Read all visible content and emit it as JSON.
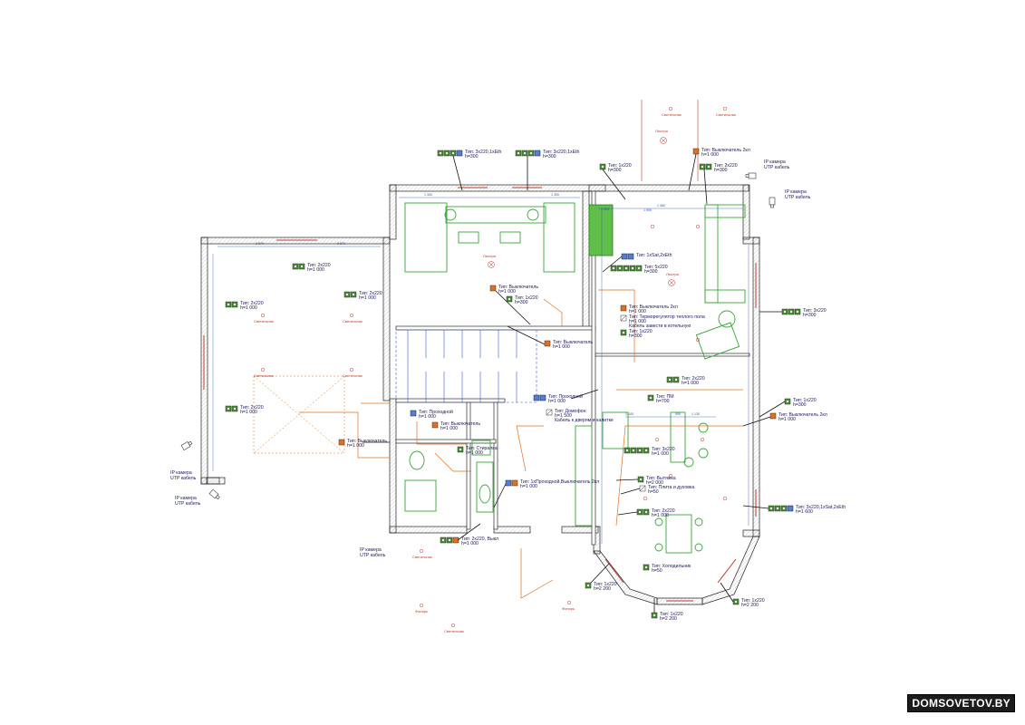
{
  "watermark": "DOMSOVETOV.BY",
  "callouts": [
    {
      "id": "c01",
      "l1": "Тип: 3x220,1xEth",
      "l2": "h=300"
    },
    {
      "id": "c02",
      "l1": "Тип: 3x220,1xEth",
      "l2": "h=300"
    },
    {
      "id": "c03",
      "l1": "Тип: Выключатель 2кл",
      "l2": "h=1 000"
    },
    {
      "id": "c04",
      "l1": "Тип: 1x220",
      "l2": "h=300"
    },
    {
      "id": "c05",
      "l1": "Тип: 2x220",
      "l2": "h=300"
    },
    {
      "id": "c06",
      "l1": "Тип: 2x220",
      "l2": "h=1 000"
    },
    {
      "id": "c07",
      "l1": "Тип: 2x220",
      "l2": "h=1 000"
    },
    {
      "id": "c08",
      "l1": "Тип: 2x220",
      "l2": "h=1 000"
    },
    {
      "id": "c09",
      "l1": "Тип: Выключатель",
      "l2": "h=1 000"
    },
    {
      "id": "c10",
      "l1": "Тип: 1x220",
      "l2": "h=300"
    },
    {
      "id": "c11",
      "l1": "Тип: Выключатель",
      "l2": "h=1 000"
    },
    {
      "id": "c12",
      "l1": "Тип: 1xSat,2xEth",
      "l2": ""
    },
    {
      "id": "c13",
      "l1": "Тип: 5x220",
      "l2": "h=300"
    },
    {
      "id": "c14",
      "l1": "Тип: Выключатель 2кл",
      "l2": "h=1 000"
    },
    {
      "id": "c15",
      "l1": "Тип: Терморегулятор теплого пола",
      "l2": "h=1 000"
    },
    {
      "id": "c16",
      "l1": "Тип: 1x220",
      "l2": "h=300"
    },
    {
      "id": "c17",
      "l1": "Тип: 3x220",
      "l2": "h=300"
    },
    {
      "id": "c18",
      "l1": "Тип: 2x220",
      "l2": "h=1 000"
    },
    {
      "id": "c19",
      "l1": "Тип: Проходной",
      "l2": "h=1 000"
    },
    {
      "id": "c20",
      "l1": "Тип: ПМ",
      "l2": "h=700"
    },
    {
      "id": "c21",
      "l1": "Тип: 1x220",
      "l2": "h=300"
    },
    {
      "id": "c22",
      "l1": "Тип: Домофон",
      "l2": "h=1 500"
    },
    {
      "id": "c23",
      "l1": "Тип: Выключатель 2кл",
      "l2": "h=1 000"
    },
    {
      "id": "c24",
      "l1": "Тип: Проходной",
      "l2": "h=1 000"
    },
    {
      "id": "c25",
      "l1": "Тип: Выключатель",
      "l2": "h=1 000"
    },
    {
      "id": "c26",
      "l1": "Тип: Выключатель",
      "l2": "h=1 000"
    },
    {
      "id": "c27",
      "l1": "Тип: 3x220",
      "l2": "h=1 000"
    },
    {
      "id": "c28",
      "l1": "Тип: Стиралка",
      "l2": "h=1 000"
    },
    {
      "id": "c29",
      "l1": "Тип: Вытяжка",
      "l2": "h=2 000"
    },
    {
      "id": "c30",
      "l1": "Тип: 1хПроходной,Выключатель 2кл",
      "l2": "h=1 000"
    },
    {
      "id": "c31",
      "l1": "Тип: Плита и духовка",
      "l2": "h=50"
    },
    {
      "id": "c32",
      "l1": "Тип: 2x220",
      "l2": "h=1 000"
    },
    {
      "id": "c33",
      "l1": "Тип: 3x220,1xSat,2xEth",
      "l2": "h=1 600"
    },
    {
      "id": "c34",
      "l1": "Тип: 2x220, Выкл",
      "l2": "h=1 000"
    },
    {
      "id": "c35",
      "l1": "Тип: Холодильник",
      "l2": "h=50"
    },
    {
      "id": "c36",
      "l1": "Тип: 1x220",
      "l2": "h=2 200"
    },
    {
      "id": "c37",
      "l1": "Тип: 1x220",
      "l2": "h=2 200"
    },
    {
      "id": "c38",
      "l1": "Тип: 1x220",
      "l2": "h=2 200"
    }
  ],
  "notes": {
    "cable_entry": "Кабель завести в котельную",
    "intercom_cable": "Кабель к дверям и калитке"
  },
  "cameras": [
    {
      "id": "cam1",
      "l1": "IP камера",
      "l2": "UTP кабель"
    },
    {
      "id": "cam2",
      "l1": "IP камера",
      "l2": "UTP кабель"
    },
    {
      "id": "cam3",
      "l1": "IP камера",
      "l2": "UTP кабель"
    },
    {
      "id": "cam4",
      "l1": "IP камера",
      "l2": "UTP кабель"
    },
    {
      "id": "cam5",
      "l1": "IP камера",
      "l2": "UTP кабель"
    }
  ],
  "light_labels": {
    "lamp": "Светильник",
    "ceiling_light": "Люстра",
    "spot": "Фонарь"
  },
  "dimensions": [
    "2 570",
    "2 570",
    "1 300",
    "1 300",
    "1 360",
    "1 100",
    "900",
    "1 130",
    "1 500",
    "1 900",
    "1 180",
    "2 200",
    "3 100"
  ]
}
